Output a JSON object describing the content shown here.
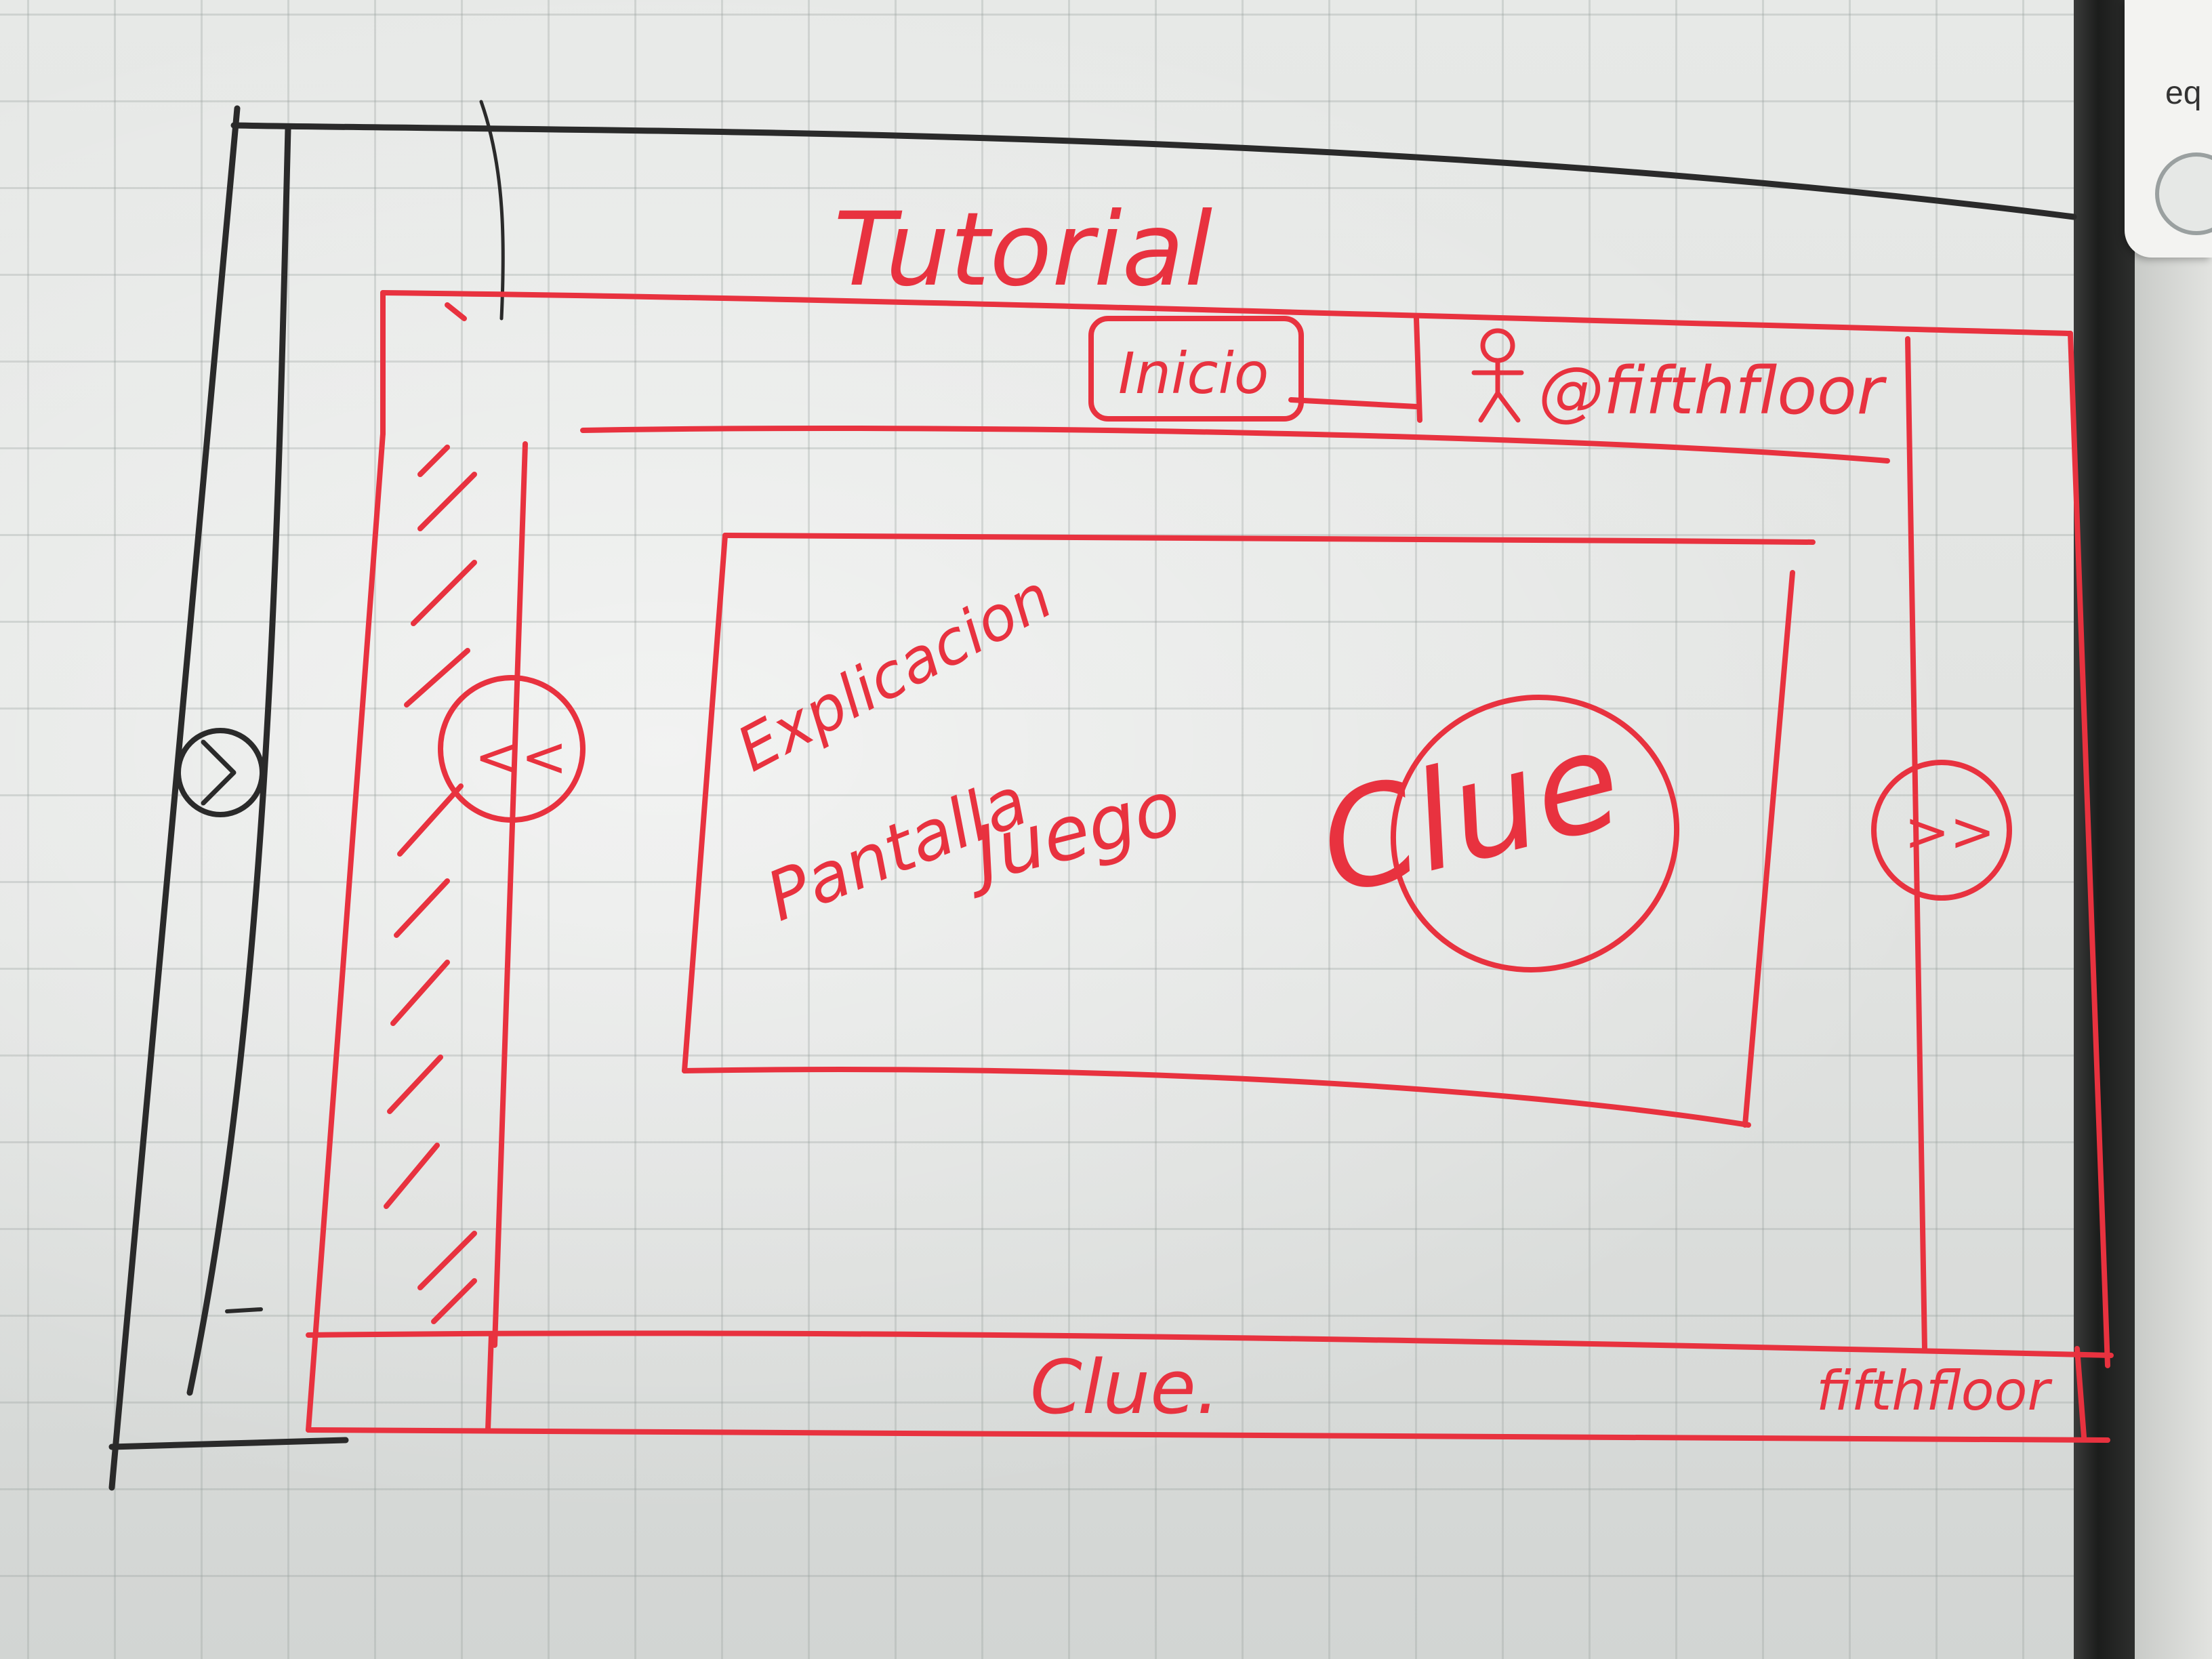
{
  "sketch": {
    "title": "Tutorial",
    "nav_button": "Inicio",
    "user_handle": "@fifthfloor",
    "content_lines": [
      "Explicacion",
      "Pantalla",
      "Juego"
    ],
    "logo_text": "Clue",
    "prev_label": "<<",
    "next_label": ">>",
    "footer_text": "Clue.",
    "footer_brand": "fifthfloor"
  },
  "side_note": "eq",
  "colors": {
    "marker_red": "#e8323f",
    "marker_black": "#2a2a2a",
    "board": "#e3e5e3"
  },
  "icons": [
    "user-stick-figure-icon",
    "chevron-right-icon"
  ]
}
